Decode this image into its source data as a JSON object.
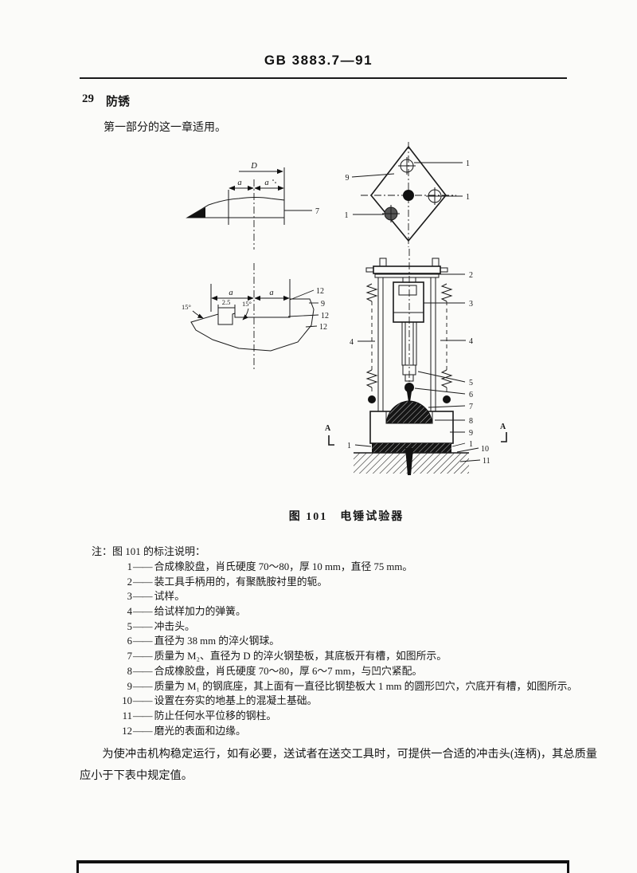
{
  "header": {
    "standard_number": "GB 3883.7—91"
  },
  "section": {
    "number": "29",
    "title": "防锈"
  },
  "intro": "第一部分的这一章适用。",
  "figure": {
    "caption": "图 101　电锤试验器",
    "labels": {
      "n1": "1",
      "n2": "2",
      "n3": "3",
      "n4": "4",
      "n5": "5",
      "n6": "6",
      "n7": "7",
      "n8": "8",
      "n9": "9",
      "n10": "10",
      "n11": "11",
      "n12": "12",
      "dim_D": "D",
      "dim_a": "a",
      "dim_25": "2.5",
      "deg_15": "15°",
      "section_A": "A"
    }
  },
  "notes": {
    "intro": "注：图 101 的标注说明：",
    "dash": "——",
    "items": [
      {
        "num": "1",
        "text": "合成橡胶盘，肖氏硬度 70～80，厚 10 mm，直径 75 mm。"
      },
      {
        "num": "2",
        "text": "装工具手柄用的，有聚酰胺衬里的轭。"
      },
      {
        "num": "3",
        "text": "试样。"
      },
      {
        "num": "4",
        "text": "给试样加力的弹簧。"
      },
      {
        "num": "5",
        "text": "冲击头。"
      },
      {
        "num": "6",
        "text": "直径为 38 mm 的淬火钢球。"
      },
      {
        "num": "7",
        "text": "质量为 M₂、直径为 D 的淬火钢垫板，其底板开有槽，如图所示。"
      },
      {
        "num": "8",
        "text": "合成橡胶盘，肖氏硬度 70～80，厚 6～7 mm，与凹穴紧配。"
      },
      {
        "num": "9",
        "text": "质量为 M₁ 的钢底座，其上面有一直径比钢垫板大 1 mm 的圆形凹穴，穴底开有槽，如图所示。"
      },
      {
        "num": "10",
        "text": "设置在夯实的地基上的混凝土基础。"
      },
      {
        "num": "11",
        "text": "防止任何水平位移的钢柱。"
      },
      {
        "num": "12",
        "text": "磨光的表面和边缘。"
      }
    ]
  },
  "closing_paragraph": "为使冲击机构稳定运行，如有必要，送试者在送交工具时，可提供一合适的冲击头(连柄)，其总质量应小于下表中规定值。"
}
